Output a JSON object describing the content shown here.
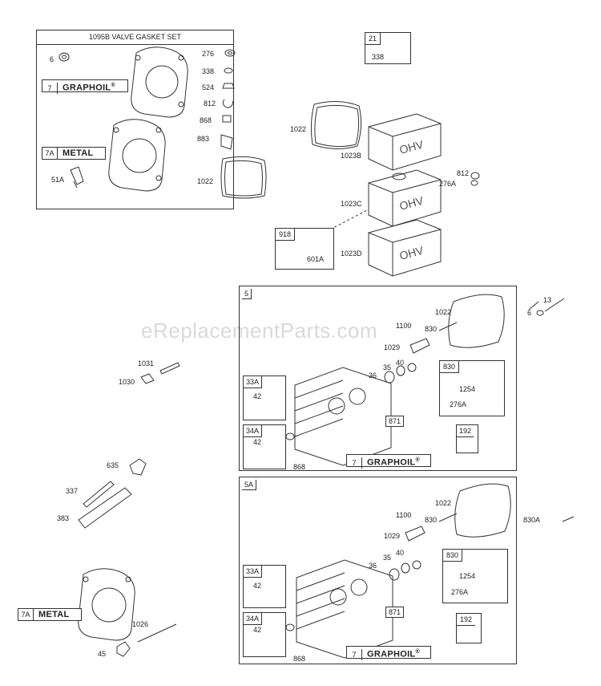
{
  "watermark": "eReplacementParts.com",
  "gasket_set": {
    "title": "1095B VALVE GASKET SET",
    "labels": [
      "6",
      "276",
      "338",
      "524",
      "812",
      "868",
      "883",
      "1022",
      "51A"
    ],
    "graphoil": {
      "num": "7",
      "word": "GRAPHOIL",
      "reg": "®"
    },
    "metal": {
      "num": "7A",
      "word": "METAL"
    }
  },
  "top_right": {
    "box21": {
      "num": "21",
      "sub": "338"
    },
    "labels": [
      "1022",
      "1023B",
      "812",
      "276A",
      "1023C",
      "1023D",
      "601A"
    ],
    "box918": "918"
  },
  "head5": {
    "num": "5",
    "labels": [
      "13",
      "6",
      "1022",
      "1100",
      "830",
      "1029",
      "36",
      "35",
      "40",
      "871",
      "868"
    ],
    "sub830": {
      "num": "830",
      "labels": [
        "1254",
        "276A"
      ]
    },
    "sub192": "192",
    "sub33A": {
      "num": "33A",
      "label": "42"
    },
    "sub34A": {
      "num": "34A",
      "label": "42"
    },
    "graphoil": {
      "num": "7",
      "word": "GRAPHOIL",
      "reg": "®"
    }
  },
  "head5A": {
    "num": "5A",
    "labels": [
      "1022",
      "830A",
      "1100",
      "830",
      "1029",
      "36",
      "35",
      "40",
      "871",
      "868"
    ],
    "sub830": {
      "num": "830",
      "labels": [
        "1254",
        "276A"
      ]
    },
    "sub192": "192",
    "sub33A": {
      "num": "33A",
      "label": "42"
    },
    "sub34A": {
      "num": "34A",
      "label": "42"
    },
    "graphoil": {
      "num": "7",
      "word": "GRAPHOIL",
      "reg": "®"
    }
  },
  "left_parts": {
    "labels": [
      "1031",
      "1030",
      "635",
      "337",
      "383",
      "1026",
      "45"
    ],
    "metal": {
      "num": "7A",
      "word": "METAL"
    }
  }
}
